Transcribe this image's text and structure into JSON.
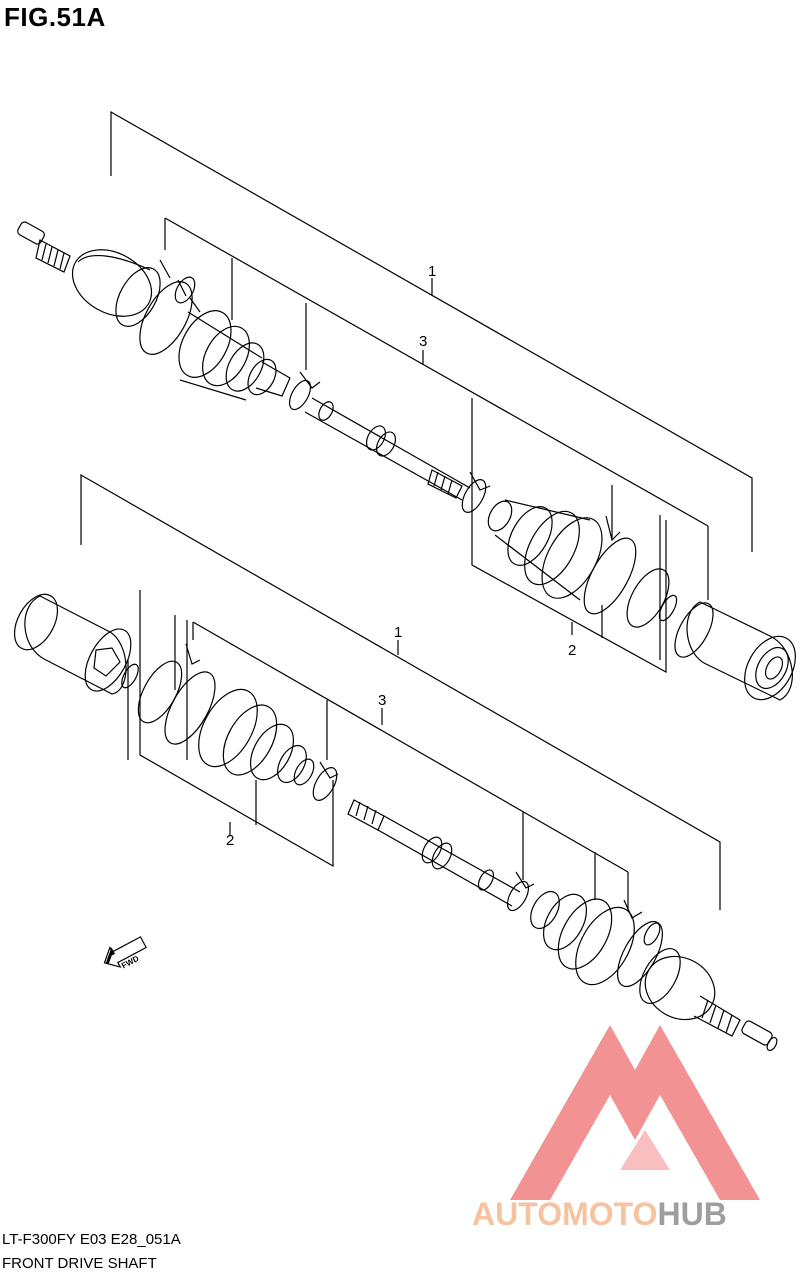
{
  "figure": {
    "title": "FIG.51A"
  },
  "callouts": {
    "upper_assembly": "1",
    "upper_shaft": "3",
    "upper_boot_kit": "2",
    "lower_assembly": "1",
    "lower_shaft": "3",
    "lower_boot_kit": "2"
  },
  "fwd_arrow": {
    "label": "FWD",
    "icon": "forward-direction-arrow-icon"
  },
  "footer": {
    "model_code": "LT-F300FY E03 E28_051A",
    "diagram_title": "FRONT DRIVE SHAFT"
  },
  "watermark": {
    "part1": "AUTO",
    "part2": "MOTO",
    "part3": "HUB",
    "colors": {
      "logo": "#f08080",
      "auto_moto": "#f6c3a0",
      "hub": "#9e9e9e"
    }
  }
}
